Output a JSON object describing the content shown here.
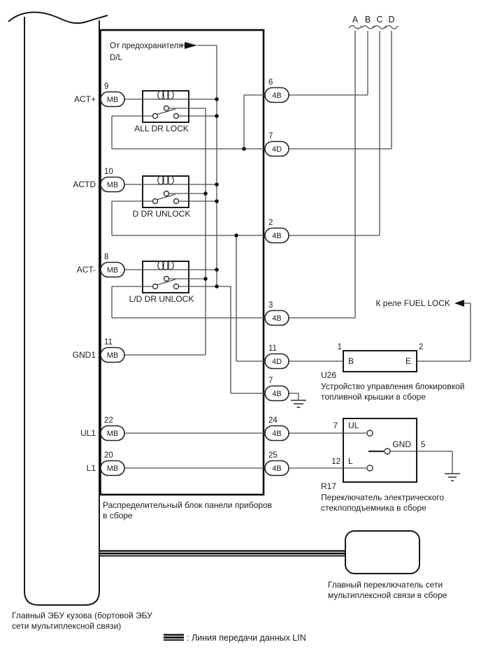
{
  "diagram": {
    "colors": {
      "background": "#ffffff",
      "line": "#4d4d4d",
      "outline": "#0a0a0a",
      "text": "#1b1b1b"
    },
    "top_letters": [
      "A",
      "B",
      "C",
      "D"
    ],
    "fuse_note_line1": "От предохранителя",
    "fuse_note_line2": "D/L",
    "left_pins": [
      {
        "signal": "ACT+",
        "pin": "9",
        "label": "MB"
      },
      {
        "signal": "ACTD",
        "pin": "10",
        "label": "MB"
      },
      {
        "signal": "ACT-",
        "pin": "8",
        "label": "MB"
      },
      {
        "signal": "GND1",
        "pin": "11",
        "label": "MB"
      },
      {
        "signal": "UL1",
        "pin": "22",
        "label": "MB"
      },
      {
        "signal": "L1",
        "pin": "20",
        "label": "MB"
      }
    ],
    "right_pins": [
      {
        "pin": "6",
        "label": "4B"
      },
      {
        "pin": "7",
        "label": "4D"
      },
      {
        "pin": "2",
        "label": "4B"
      },
      {
        "pin": "3",
        "label": "4B"
      },
      {
        "pin": "11",
        "label": "4D"
      },
      {
        "pin": "7",
        "label": "4B"
      },
      {
        "pin": "24",
        "label": "4B"
      },
      {
        "pin": "25",
        "label": "4B"
      }
    ],
    "relays": [
      {
        "label": "ALL DR LOCK"
      },
      {
        "label": "D DR UNLOCK"
      },
      {
        "label": "L/D DR UNLOCK"
      }
    ],
    "fuel_lock_label": "К реле FUEL LOCK",
    "u26": {
      "id": "U26",
      "pin1": "1",
      "pin2": "2",
      "terminal_b": "B",
      "terminal_e": "E",
      "desc1": "Устройство управления блокировкой",
      "desc2": "топливной крышки в сборе"
    },
    "r17": {
      "id": "R17",
      "pin_ul": "7",
      "terminal_ul": "UL",
      "pin_l": "12",
      "terminal_l": "L",
      "gnd_label": "GND",
      "pin_gnd": "5",
      "desc1": "Переключатель электрического",
      "desc2": "стеклоподъемника в сборе"
    },
    "junction_block": {
      "label1": "Распределительный блок панели приборов",
      "label2": "в сборе"
    },
    "ecu": {
      "label1": "Главный ЭБУ кузова (бортовой ЭБУ",
      "label2": "сети мультиплексной связи)"
    },
    "multiplex_switch": {
      "label1": "Главный переключатель сети",
      "label2": "мультиплексной связи в сборе"
    },
    "legend": {
      "label": ": Линия передачи данных LIN"
    }
  }
}
